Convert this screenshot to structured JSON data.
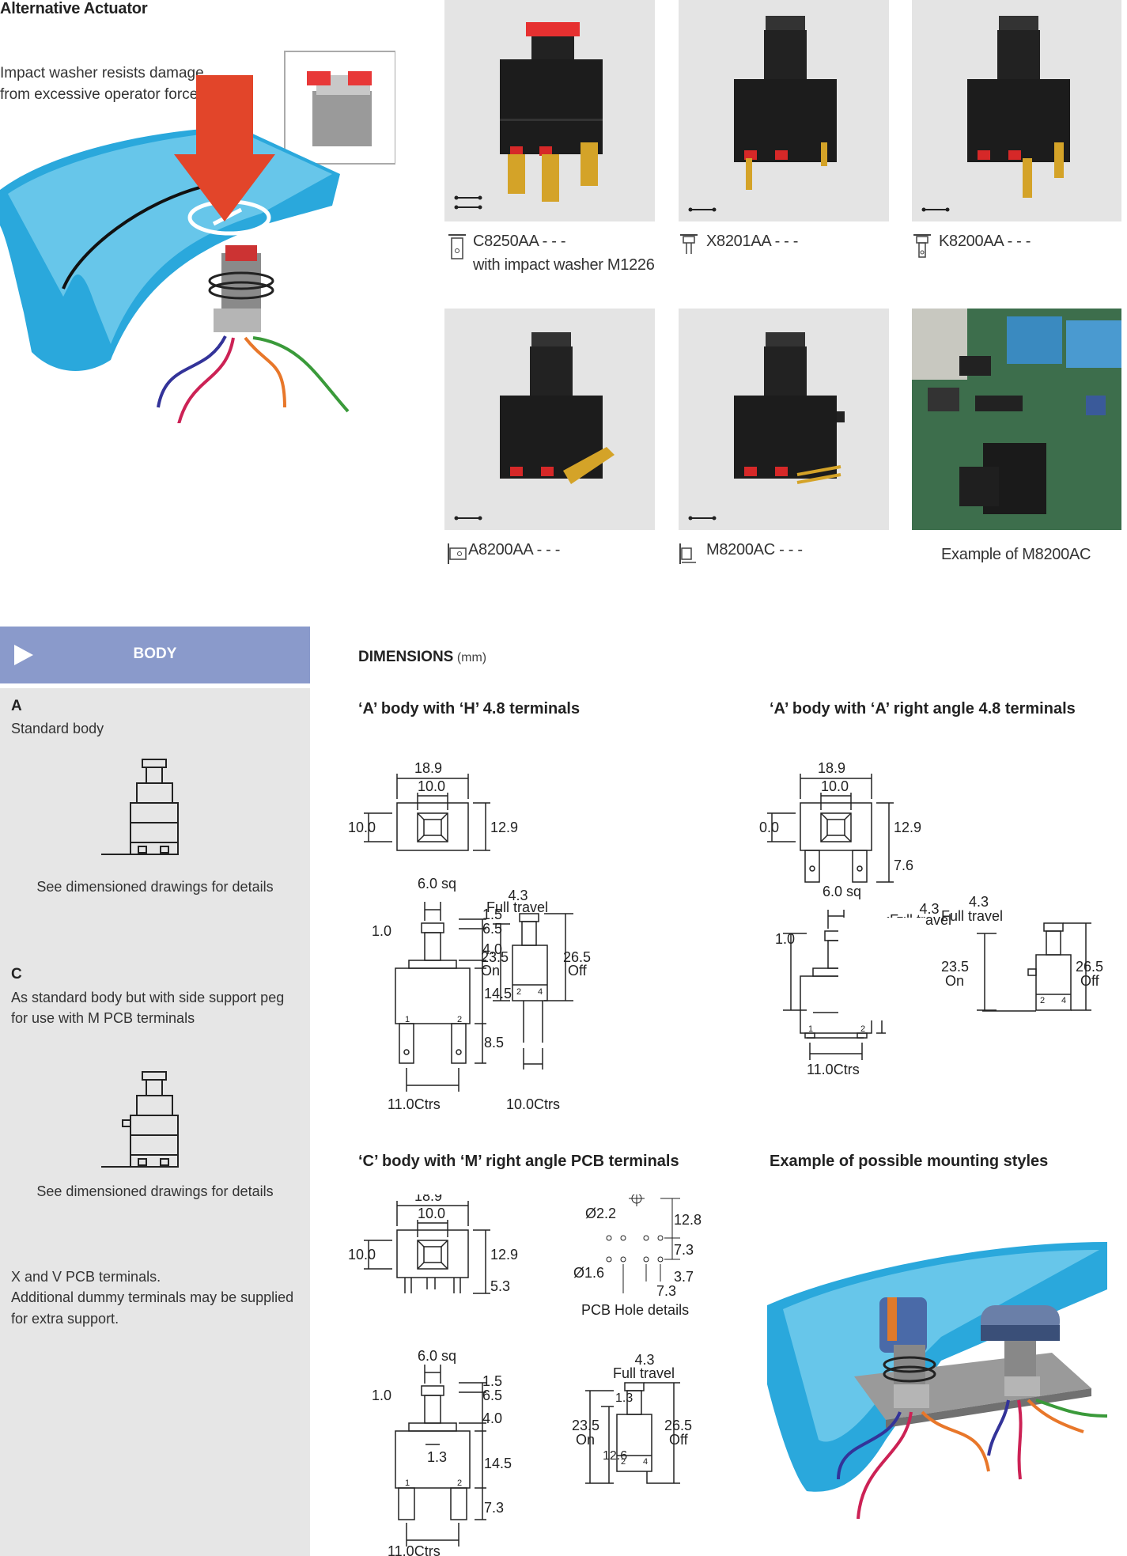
{
  "actuator": {
    "title": "Alternative Actuator",
    "note_line1": "Impact washer resists damage",
    "note_line2": "from excessive operator force"
  },
  "products": [
    {
      "code": "C8250AA - - -",
      "sub": "with impact washer M1226"
    },
    {
      "code": "X8201AA - - -",
      "sub": ""
    },
    {
      "code": "K8200AA - - -",
      "sub": ""
    },
    {
      "code": "A8200AA - - -",
      "sub": ""
    },
    {
      "code": "M8200AC - - -",
      "sub": ""
    },
    {
      "code": "Example of M8200AC",
      "sub": ""
    }
  ],
  "body_panel": {
    "header": "BODY",
    "a_letter": "A",
    "a_desc": "Standard body",
    "a_see": "See dimensioned drawings for details",
    "c_letter": "C",
    "c_desc1": "As standard body but with side support peg",
    "c_desc2": "for use with M PCB terminals",
    "c_see": "See dimensioned drawings for details",
    "note1": "X and V PCB terminals.",
    "note2": "Additional dummy terminals may be supplied",
    "note3": "for extra support."
  },
  "dimensions": {
    "title": "DIMENSIONS",
    "unit": "(mm)",
    "section_a_h": "‘A’ body with ‘H’ 4.8 terminals",
    "section_a_a": "‘A’ body with ‘A’ right angle 4.8 terminals",
    "section_c_m": "‘C’ body with ‘M’ right angle PCB terminals",
    "section_mount": "Example of possible mounting styles",
    "labels": {
      "d18_9": "18.9",
      "d10_0": "10.0",
      "d12_9": "12.9",
      "d7_6": "7.6",
      "d6_0sq": "6.0 sq",
      "d1_5": "1.5",
      "d6_5": "6.5",
      "d1_0": "1.0",
      "d4_0": "4.0",
      "d14_5": "14.5",
      "d8_5": "8.5",
      "d11ctrs": "11.0Ctrs",
      "d10ctrs": "10.0Ctrs",
      "d4_3": "4.3",
      "full_travel": "Full travel",
      "d23_5": "23.5",
      "on": "On",
      "d26_5": "26.5",
      "off": "Off",
      "d5_3": "5.3",
      "d7_3": "7.3",
      "d1_3": "1.3",
      "d12_6": "12.6",
      "d2_2": "Ø2.2",
      "d12_8": "12.8",
      "d1_6": "Ø1.6",
      "d3_7": "3.7",
      "pcb_hole": "PCB Hole details",
      "t1": "1",
      "t2": "2",
      "t4": "4"
    }
  }
}
